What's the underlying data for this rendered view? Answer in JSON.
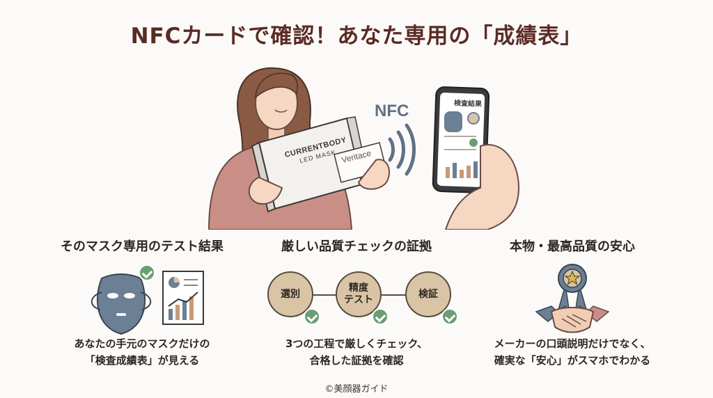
{
  "title": "NFCカードで確認！あなた専用の「成績表」",
  "hero": {
    "nfc_label": "NFC",
    "box_brand": "CURRENTBODY",
    "box_sub": "LED MASK",
    "card_brand": "Veritace",
    "phone_title": "検査結果"
  },
  "columns": [
    {
      "heading": "そのマスク専用のテスト結果",
      "desc_line1": "あなたの手元のマスクだけの",
      "desc_line2": "「検査成績表」が見える"
    },
    {
      "heading": "厳しい品質チェックの証拠",
      "steps": [
        "選別",
        "精度テスト",
        "検証"
      ],
      "step2_line1": "精度",
      "step2_line2": "テスト",
      "desc_line1": "3つの工程で厳しくチェック、",
      "desc_line2": "合格した証拠を確認"
    },
    {
      "heading": "本物・最高品質の安心",
      "desc_line1": "メーカーの口頭説明だけでなく、",
      "desc_line2": "確実な「安心」がスマホでわかる"
    }
  ],
  "copyright": "©美顔器ガイド",
  "colors": {
    "title": "#5a2b24",
    "accent_check": "#6c9e72",
    "circle_fill": "#dac4a6",
    "nfc": "#5f7186"
  }
}
